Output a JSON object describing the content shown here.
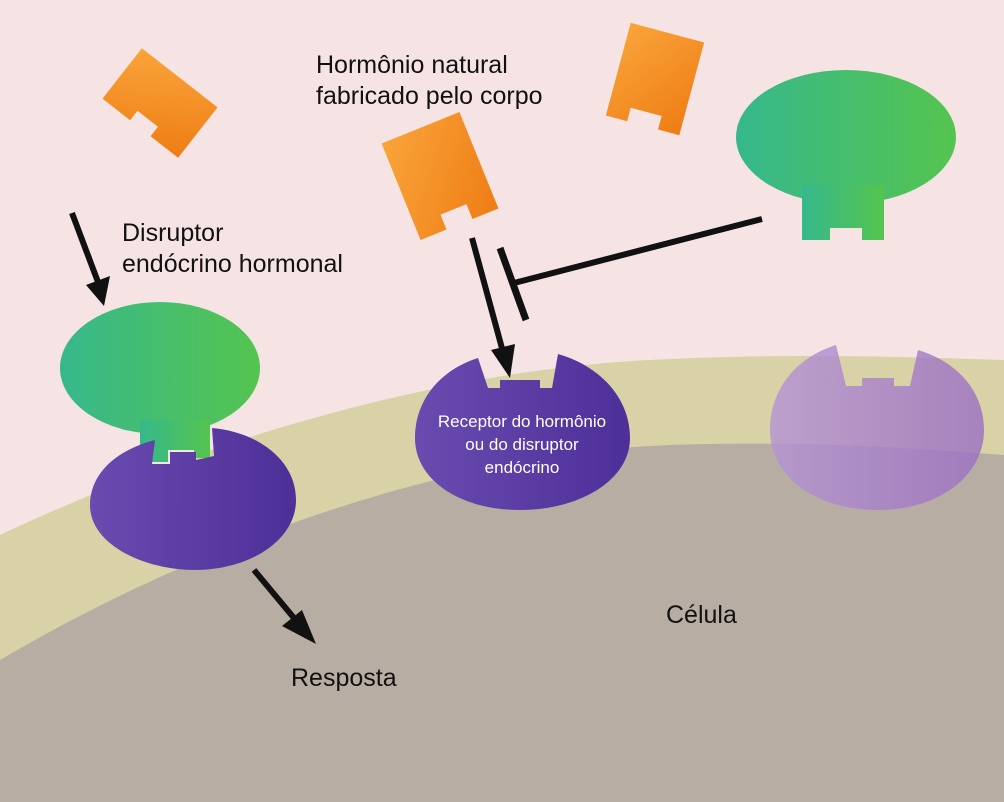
{
  "labels": {
    "hormone_line1": "Hormônio natural",
    "hormone_line2": "fabricado pelo corpo",
    "disruptor_line1": "Disruptor",
    "disruptor_line2": "endócrino hormonal",
    "receptor_line1": "Receptor do hormônio",
    "receptor_line2": "ou do disruptor",
    "receptor_line3": "endócrino",
    "cell": "Célula",
    "response": "Resposta"
  },
  "colors": {
    "background": "#f6e4e4",
    "membrane": "#d9d2a6",
    "cytoplasm": "#b8ada3",
    "hormone": "#f58c22",
    "disruptor": "#3fbf86",
    "receptor": "#5b3aa3",
    "receptor_faded": "#a07cc8",
    "arrow": "#111111"
  }
}
